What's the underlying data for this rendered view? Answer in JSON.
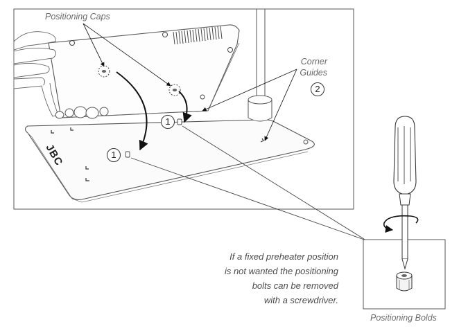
{
  "labels": {
    "positioning_caps": "Positioning Caps",
    "corner_guides": [
      "Corner",
      "Guides"
    ],
    "positioning_bolds": "Positioning Bolds",
    "brand_logo": "JBC"
  },
  "markers": {
    "step1_a": "1",
    "step1_b": "1",
    "step2": "2"
  },
  "note": [
    "If a fixed preheater position",
    "is not wanted the positioning",
    "bolts can be removed",
    "with a screwdriver."
  ]
}
